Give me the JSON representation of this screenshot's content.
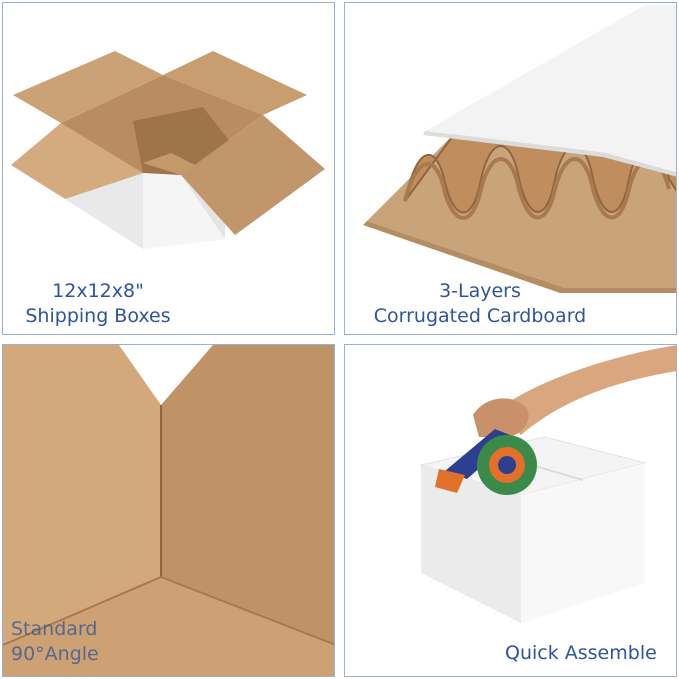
{
  "panels": [
    {
      "id": "open-box",
      "caption_lines": [
        "12x12x8\"",
        "Shipping Boxes"
      ]
    },
    {
      "id": "corrugated-layers",
      "caption_lines": [
        "3-Layers",
        "Corrugated Cardboard"
      ]
    },
    {
      "id": "corner-angle",
      "caption_lines": [
        "Standard",
        "90°Angle"
      ]
    },
    {
      "id": "taping-box",
      "caption_lines": [
        "Quick Assemble"
      ]
    }
  ],
  "colors": {
    "caption": "#2f5597",
    "border": "#9ab0cf",
    "kraft": "#c69c6d",
    "kraft_dark": "#a87c4f",
    "kraft_light": "#d8b38a",
    "white_box": "#f2f2f2",
    "tape_green": "#3c8a4a",
    "dispenser_blue": "#2f3f8f",
    "dispenser_orange": "#e0702a"
  }
}
